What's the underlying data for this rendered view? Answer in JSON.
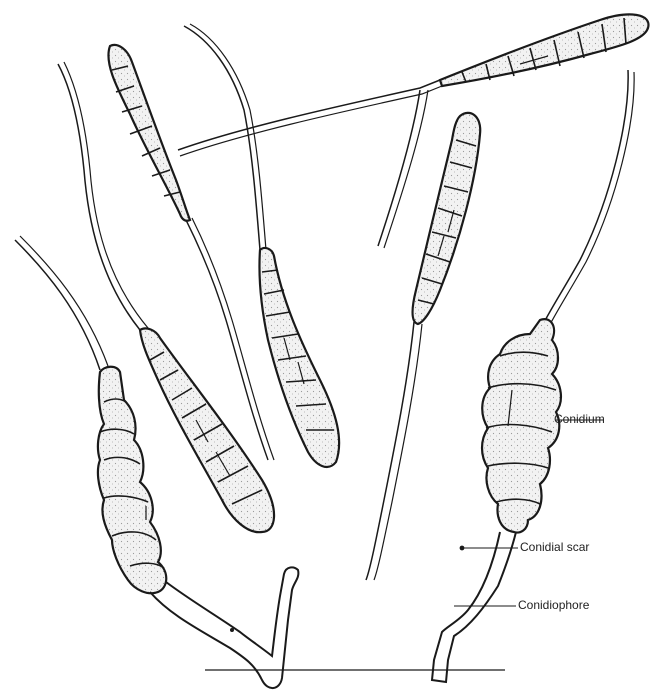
{
  "labels": {
    "conidium": "Conidium",
    "conidial_scar": "Conidial scar",
    "conidiophore": "Conidiophore"
  },
  "colors": {
    "ink": "#1a1a1a",
    "stipple": "#f0f0f0",
    "background": "#ffffff"
  }
}
